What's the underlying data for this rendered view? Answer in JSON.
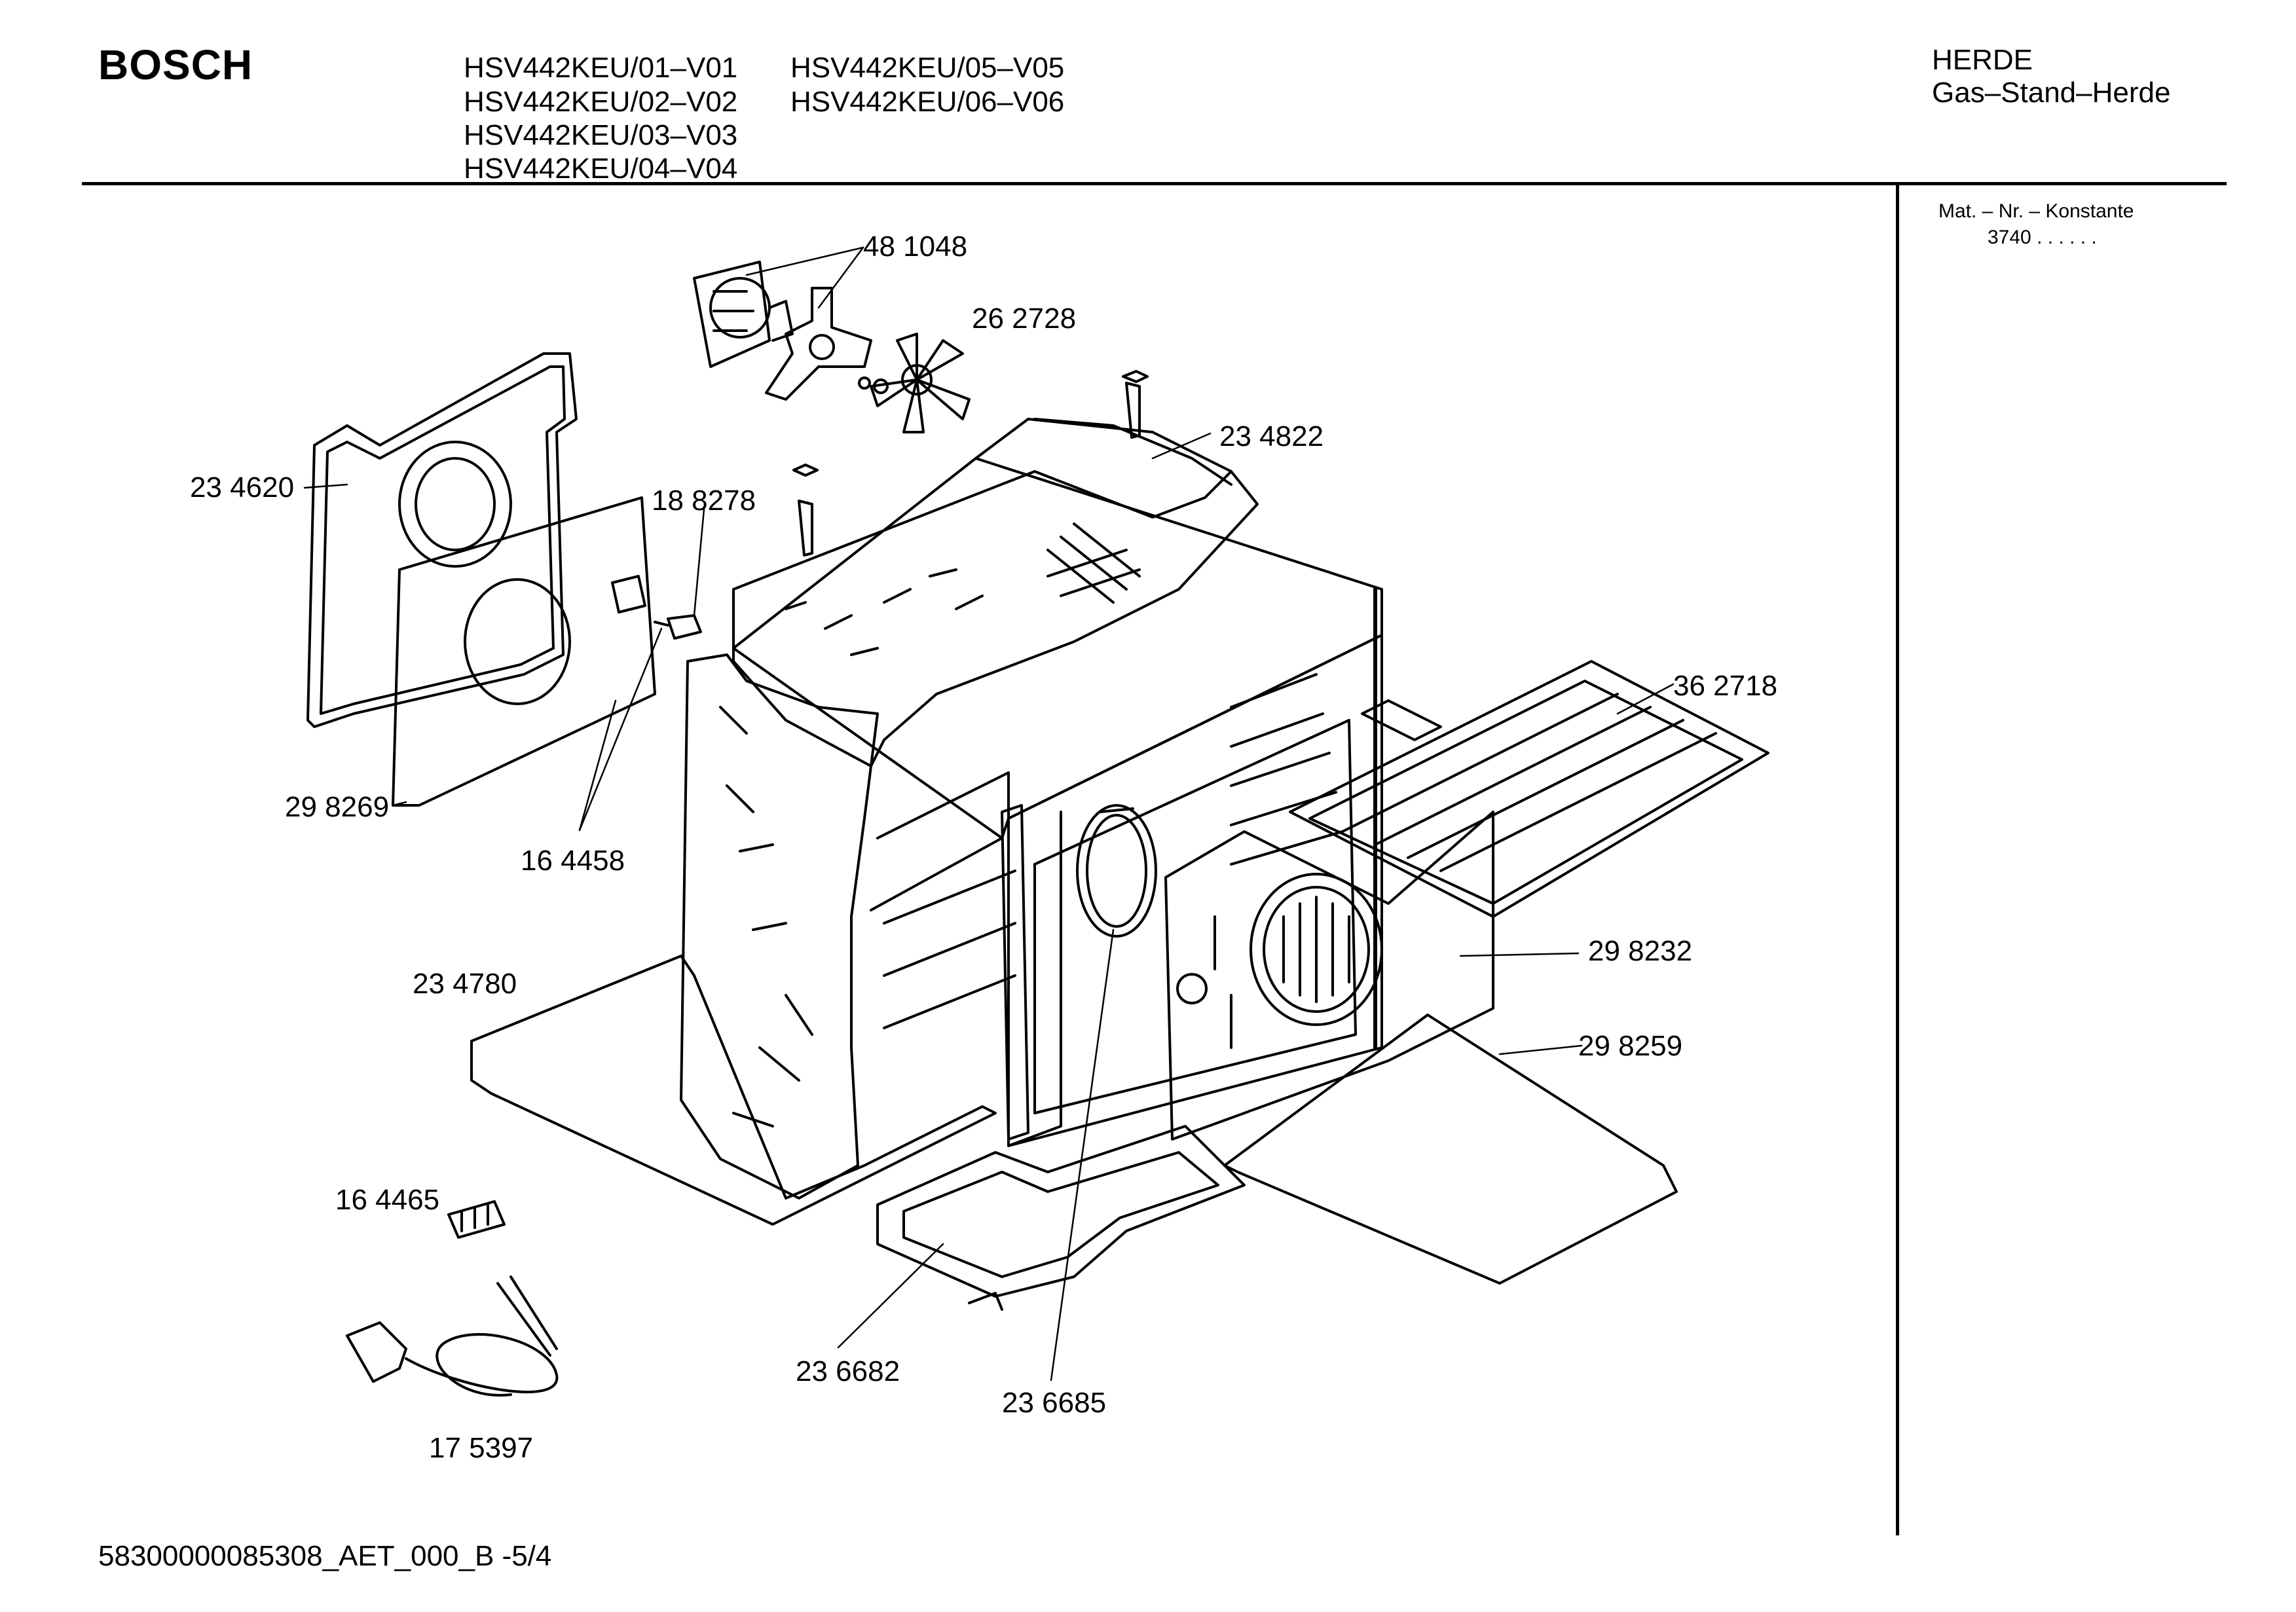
{
  "header": {
    "brand": "BOSCH",
    "models_col1": [
      "HSV442KEU/01–V01",
      "HSV442KEU/02–V02",
      "HSV442KEU/03–V03",
      "HSV442KEU/04–V04"
    ],
    "models_col2": [
      "HSV442KEU/05–V05",
      "HSV442KEU/06–V06"
    ],
    "category": "HERDE",
    "subcategory": "Gas–Stand–Herde"
  },
  "sidebar": {
    "mat_label": "Mat. – Nr. – Konstante",
    "mat_value": "3740 . .   . . . ."
  },
  "parts": [
    "48 1048",
    "26 2728",
    "23 4822",
    "23 4620",
    "18 8278",
    "36 2718",
    "29 8269",
    "16 4458",
    "29 8232",
    "23 4780",
    "29 8259",
    "16 4465",
    "23 6682",
    "23 6685",
    "17 5397"
  ],
  "footer": {
    "doc_id": "58300000085308_AET_000_B -5/4"
  }
}
